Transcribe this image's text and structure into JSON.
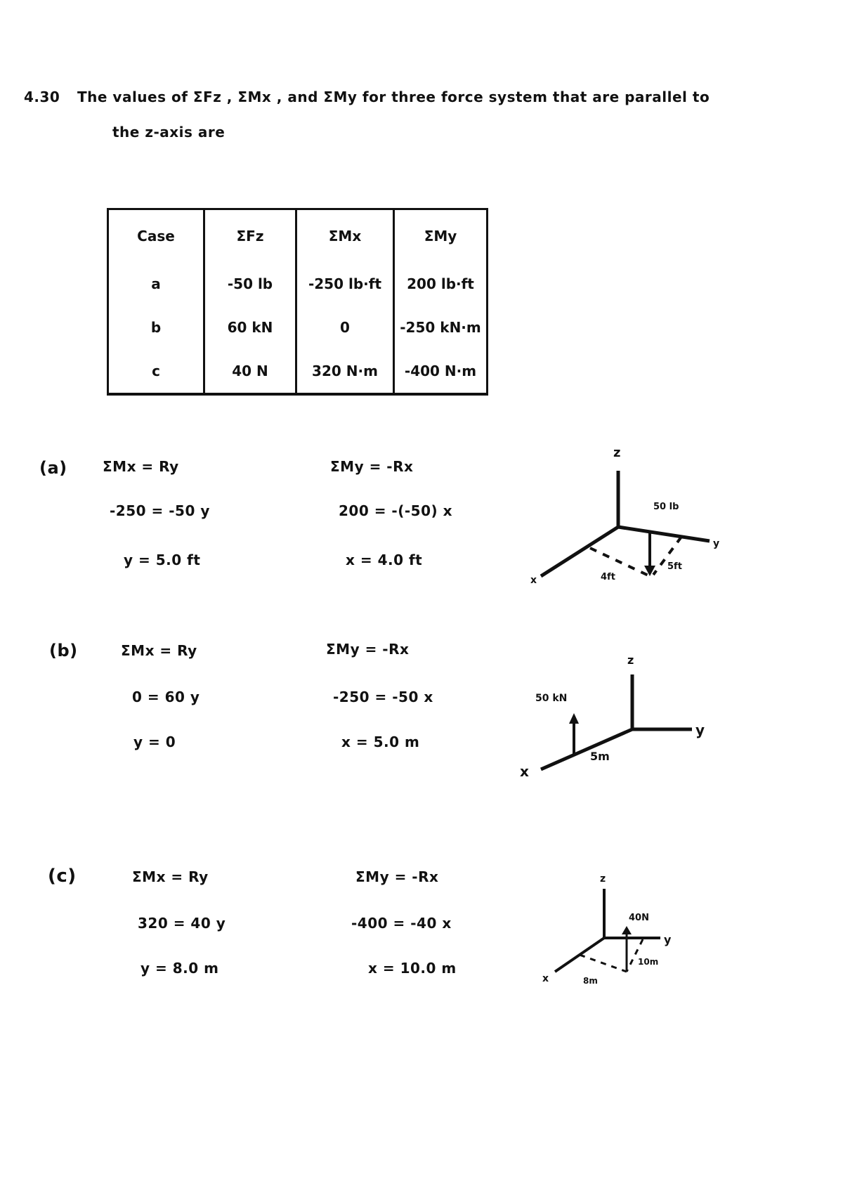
{
  "problem": {
    "number": "4.30",
    "statement_line1": "The values of ΣFz , ΣMx , and ΣMy for three force system that are parallel to",
    "statement_line2": "the z-axis are"
  },
  "table": {
    "headers": [
      "Case",
      "ΣFz",
      "ΣMx",
      "ΣMy"
    ],
    "rows": [
      [
        "a",
        "-50 lb",
        "-250 lb·ft",
        "200 lb·ft"
      ],
      [
        "b",
        "60 kN",
        "0",
        "-250 kN·m"
      ],
      [
        "c",
        "40 N",
        "320 N·m",
        "-400 N·m"
      ]
    ]
  },
  "parts": [
    {
      "label": "(a)",
      "left": [
        "ΣMx = Ry",
        "-250 = -50 y",
        "y = 5.0 ft"
      ],
      "right": [
        "ΣMy = -Rx",
        "200 = -(-50) x",
        "x = 4.0 ft"
      ],
      "figure": {
        "axis_z": "z",
        "axis_y": "y",
        "axis_x": "x",
        "force": "50 lb",
        "dim_x": "4ft",
        "dim_y": "5ft"
      }
    },
    {
      "label": "(b)",
      "left": [
        "ΣMx = Ry",
        "0 = 60 y",
        "y = 0"
      ],
      "right": [
        "ΣMy = -Rx",
        "-250 = -50 x",
        "x = 5.0 m"
      ],
      "figure": {
        "axis_z": "z",
        "axis_y": "y",
        "axis_x": "x",
        "force": "50 kN",
        "dim_x": "5m"
      }
    },
    {
      "label": "(c)",
      "left": [
        "ΣMx = Ry",
        "320 = 40 y",
        "y = 8.0 m"
      ],
      "right": [
        "ΣMy = -Rx",
        "-400 = -40 x",
        "x = 10.0 m"
      ],
      "figure": {
        "axis_z": "z",
        "axis_y": "y",
        "axis_x": "x",
        "force": "40N",
        "dim_x": "8m",
        "dim_y": "10m"
      }
    }
  ]
}
